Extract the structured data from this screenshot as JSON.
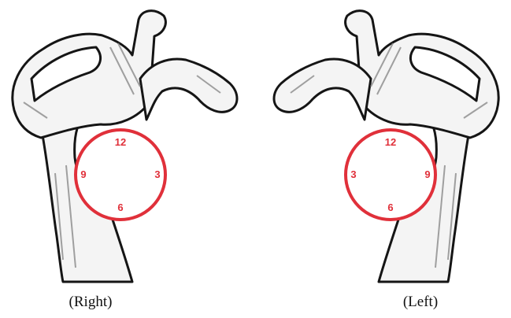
{
  "figures": [
    {
      "side": "right",
      "caption": "(Right)",
      "clock": {
        "top": "12",
        "right": "3",
        "bottom": "6",
        "left": "9"
      }
    },
    {
      "side": "left",
      "caption": "(Left)",
      "clock": {
        "top": "12",
        "right": "9",
        "bottom": "6",
        "left": "3"
      }
    }
  ],
  "colors": {
    "circle": "#e0303a",
    "bone_outline": "#151515",
    "bone_shade": "#8a8a8a",
    "bone_fill": "#f4f4f4"
  }
}
